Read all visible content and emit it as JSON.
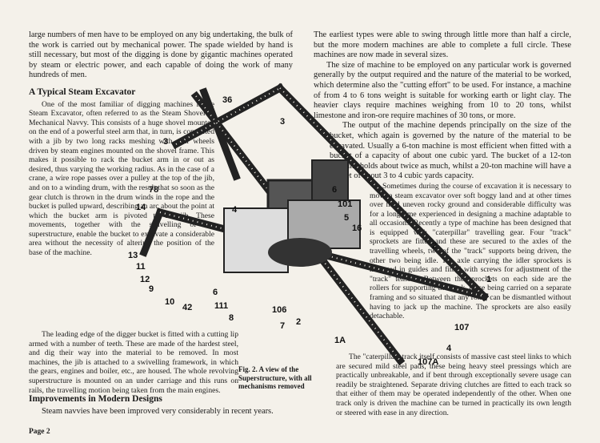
{
  "left_column": {
    "intro": "large numbers of men have to be employed on any big undertaking, the bulk of the work is carried out by mechanical power. The spade wielded by hand is still necessary, but most of the digging is done by gigantic machines operated by steam or electric power, and each capable of doing the work of many hundreds of men.",
    "heading": "A Typical Steam Excavator",
    "para1": "One of the most familiar of digging machines is the Steam Excavator, often referred to as the Steam Shovel or Mechanical Navvy. This consists of a huge shovel mounted on the end of a powerful steel arm that, in turn, is connected with a jib by two long racks meshing with gear wheels driven by steam engines mounted on the shovel frame. This makes it possible to rack the bucket arm in or out as desired, thus varying the working radius. As in the case of a crane, a wire rope passes over a pulley at the top of the jib, and on to a winding drum, with the result that so soon as the gear clutch is thrown in the drum winds in the rope and the bucket is pulled upward, describing an arc about the point at which the bucket arm is pivoted to the jib. These movements, together with the swivelling of the superstructure, enable the bucket to excavate a considerable area without the necessity of altering the position of the base of the machine.",
    "para2": "The leading edge of the digger bucket is fitted with a cutting lip armed with a number of teeth. These are made of the hardest steel, and dig their way into the material to be removed. In most machines, the jib is attached to a swivelling framework, in which the gears, engines and boiler, etc., are housed. The whole revolving superstructure is mounted on an under carriage and this runs on rails, the travelling motion being taken from the main engines.",
    "heading2": "Improvements in Modern Designs",
    "para3": "Steam navvies have been improved very considerably in recent years."
  },
  "right_column": {
    "para1": "The earliest types were able to swing through little more than half a circle, but the more modern machines are able to complete a full circle. These machines are now made in several sizes.",
    "para2": "The size of machine to be employed on any particular work is governed generally by the output required and the nature of the material to be worked, which determine also the \"cutting effort\" to be used. For instance, a machine of from 4 to 6 tons weight is suitable for working earth or light clay. The heavier clays require machines weighing from 10 to 20 tons, whilst limestone and iron-ore require machines of 30 tons, or more.",
    "para3": "The output of the machine depends principally on the size of the bucket, which again is governed by the nature of the material to be excavated. Usually a 6-ton machine is most efficient when fitted with a bucket of a capacity of about one cubic yard. The bucket of a 12-ton machine holds about twice as much, whilst a 20-ton machine will have a bucket of about 3 to 4 cubic yards capacity.",
    "para4": "Sometimes during the course of excavation it is necessary to move a steam excavator over soft boggy land and at other times over hard uneven rocky ground and considerable difficulty was for a long time experienced in designing a machine adaptable to all occasions. Recently a type of machine has been designed that is equipped with \"caterpillar\" travelling gear. Four \"track\" sprockets are fitted and these are secured to the axles of the travelling wheels, two of the \"track\" supports being driven, the other two being idle. The axle carrying the idler sprockets is mounted in guides and fitted with screws for adjustment of the \"track\" tension. Between the sprockets on each side are the rollers for supporting the track, these being carried on a separate framing and so situated that any roller can be dismantled without having to jack up the machine. The sprockets are also easily detachable.",
    "para5": "The \"caterpillar\" track itself consists of massive cast steel links to which are secured mild steel pads, these being heavy steel pressings which are practically unbreakable, and if bent through exceptionally severe usage can readily be straightened. Separate driving clutches are fitted to each track so that either of them may be operated independently of the other. When one track only is driven the machine can be turned in practically its own length or steered with ease in any direction."
  },
  "figure": {
    "caption": "Fig. 2. A view of the Superstructure, with all mechanisms removed",
    "labels": [
      "36",
      "3",
      "3",
      "78",
      "14",
      "4",
      "6",
      "101",
      "5",
      "16",
      "2",
      "13",
      "11",
      "12",
      "9",
      "10",
      "42",
      "6",
      "111",
      "106",
      "8",
      "7",
      "2",
      "1",
      "107",
      "4",
      "1A",
      "107A"
    ]
  },
  "footer": {
    "page": "Page 2"
  }
}
